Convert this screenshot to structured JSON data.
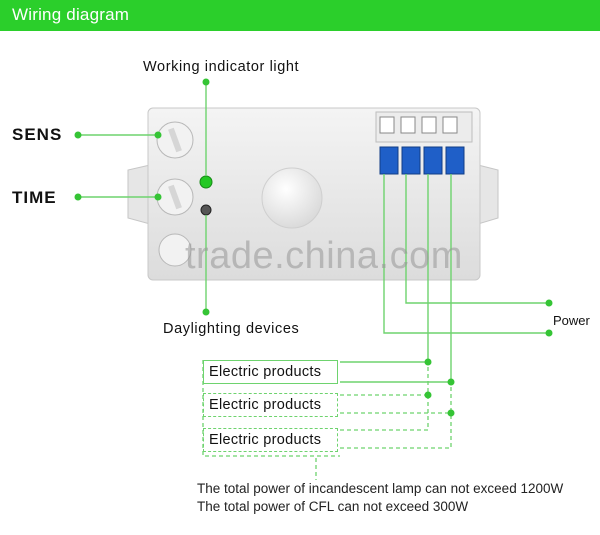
{
  "header": {
    "title": "Wiring diagram"
  },
  "labels": {
    "working_indicator": "Working indicator light",
    "sens": "SENS",
    "time": "TIME",
    "daylighting": "Daylighting devices",
    "power": "Power"
  },
  "products": [
    "Electric products",
    "Electric products",
    "Electric products"
  ],
  "notes": [
    "The total power of incandescent lamp can not exceed 1200W",
    "The total power of CFL can not exceed 300W"
  ],
  "watermark": "trade.china.com",
  "colors": {
    "accent": "#2bcf2b",
    "line": "#6ed36e",
    "dot": "#35c435",
    "terminal": "#1f5fc8"
  }
}
